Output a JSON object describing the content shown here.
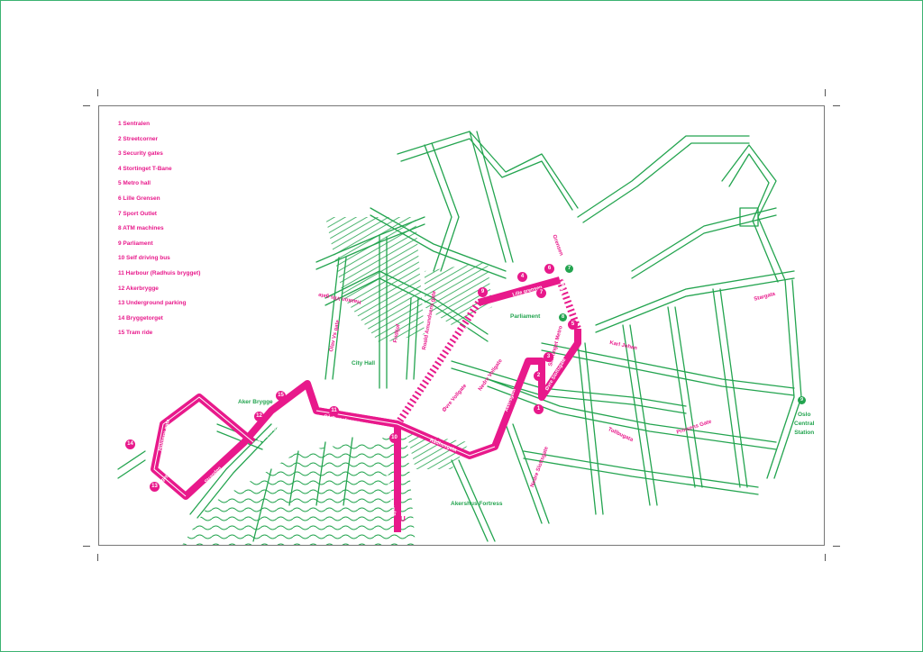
{
  "legend": {
    "items": [
      "1 Sentralen",
      "2 Streetcorner",
      "3 Security gates",
      "4 Stortinget T-Bane",
      "5 Metro hall",
      "6 Lille Grensen",
      "7 Sport Outlet",
      "8 ATM machines",
      "9 Parliament",
      "10 Self driving bus",
      "11 Harbour (Radhuis brygget)",
      "12 Akerbrygge",
      "13 Underground parking",
      "14 Bryggetorget",
      "15 Tram ride"
    ]
  },
  "places": {
    "parliament": "Parliament",
    "city_hall": "City Hall",
    "aker_brygge": "Aker Brygge",
    "akershus_fortress": "Akershus Fortress",
    "oslo_central_station": [
      "Oslo",
      "Central",
      "Station"
    ]
  },
  "streets": {
    "grensen": "Grensen",
    "lille_grensen": "Lille grensen",
    "stortingsgata": "Stortingsgata",
    "karl_johan": "Karl Johan",
    "stargata": "Stargata",
    "ovre_slottsgate": "Øvre Slottsgate",
    "nedre_vollgate": "Nedre Vollgate",
    "ovre_vollgate": "Øvre Vollgate",
    "akersgata": "Akersgata",
    "kongens_gate": "Kongens gate",
    "nedre_slottsgate": "Nedre Slottsgate",
    "tollbugata": "Tollbugata",
    "prinsens_gate": "Prinsens Gate",
    "radhusgata": "Rådhusgata",
    "radhusplassen": "Rådhusplassen",
    "akershus_stranda": "Akershus Stranda",
    "brynjulf_bulls_plass": "Brynjulf Bulls Plass",
    "holmens_gate": "Holmens gate",
    "bryggegata": "Bryggegata",
    "stranden": "Stranden",
    "bryggetorget_st": "Bryggetorget",
    "ovre_vollgate_top": "Olav Vs gate",
    "fridtjof": "Fridtjof",
    "roald_amundsens_gate": "Roald Amundsens gate",
    "hakonvii": "Haakon VIIs gate",
    "rosenkrantz": "Rosenkrantz gate",
    "stortinget_metro": "Stortinget Metro"
  },
  "markers": {
    "route": [
      "1",
      "2",
      "3",
      "4",
      "5",
      "6",
      "7",
      "8",
      "9",
      "10",
      "11",
      "12",
      "13",
      "14",
      "15"
    ],
    "green": [
      "7",
      "8",
      "9"
    ],
    "end": "U",
    "c": "c"
  },
  "colors": {
    "route": "#e8198b",
    "streets": "#23a44f",
    "frame": "#777777"
  }
}
